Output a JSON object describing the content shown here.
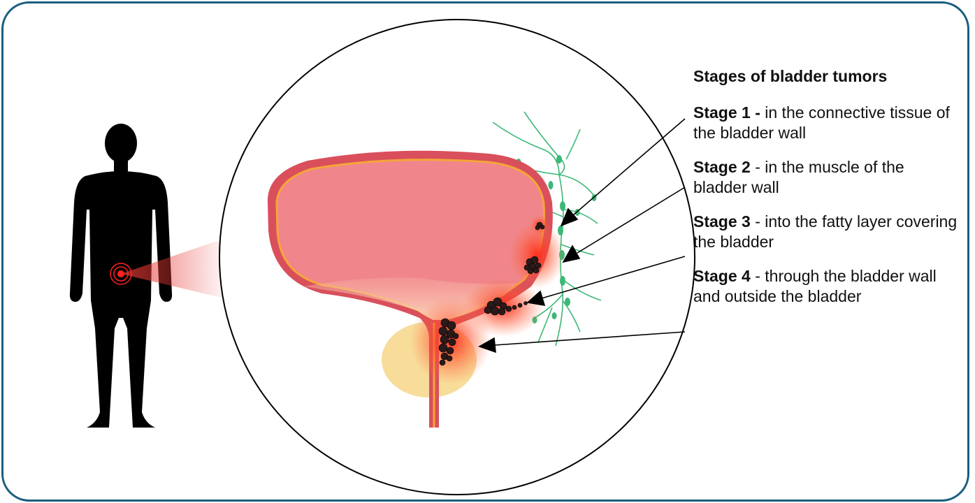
{
  "title": "Stages of bladder tumors",
  "stages": [
    {
      "label": "Stage 1 -",
      "desc": " in the connective tissue of the bladder wall"
    },
    {
      "label": "Stage 2",
      "desc": " - in the muscle of the bladder wall"
    },
    {
      "label": "Stage 3",
      "desc": " - into the fatty layer covering the bladder"
    },
    {
      "label": "Stage 4",
      "desc": " - through the bladder wall and outside the bladder"
    }
  ],
  "colors": {
    "frame_border": "#1b5e7e",
    "bladder_wall": "#d9505c",
    "bladder_inner": "#f0868c",
    "lining": "#f4a53a",
    "prostate": "#f8dc9a",
    "lymph": "#3cb878",
    "tumor": "#2a1a1a",
    "glow": "#ff2a1a"
  }
}
